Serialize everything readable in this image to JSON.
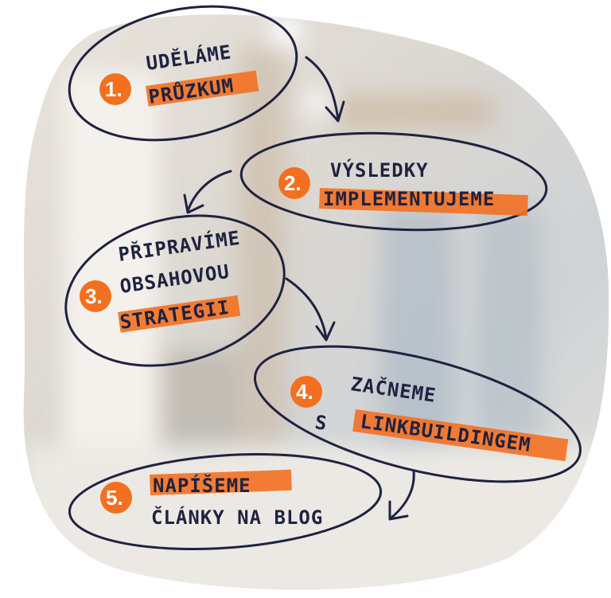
{
  "colors": {
    "accent": "#f37021",
    "ink": "#1f2240"
  },
  "steps": [
    {
      "number": "1.",
      "lines": [
        "UDĚLÁME"
      ],
      "highlight": "PRŮZKUM"
    },
    {
      "number": "2.",
      "lines": [
        "VÝSLEDKY"
      ],
      "highlight": "IMPLEMENTUJEME"
    },
    {
      "number": "3.",
      "lines": [
        "PŘIPRAVÍME",
        "OBSAHOVOU"
      ],
      "highlight": "STRATEGII"
    },
    {
      "number": "4.",
      "lines": [
        "ZAČNEME",
        "S"
      ],
      "highlight": "LINKBUILDINGEM"
    },
    {
      "number": "5.",
      "highlight": "NAPÍŠEME",
      "lines": [
        "ČLÁNKY NA BLOG"
      ]
    }
  ]
}
